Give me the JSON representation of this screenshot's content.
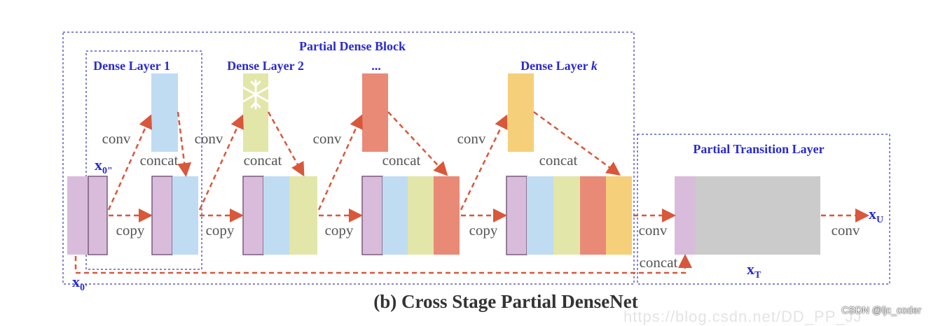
{
  "titles": {
    "partial_dense_block": "Partial Dense Block",
    "partial_transition_layer": "Partial Transition Layer",
    "caption": "(b) Cross Stage Partial DenseNet"
  },
  "layers": {
    "dense_layer_1": "Dense Layer 1",
    "dense_layer_2": "Dense Layer 2",
    "ellipsis": "...",
    "dense_layer_k_prefix": "Dense Layer ",
    "dense_layer_k_var": "k"
  },
  "ops": {
    "conv": "conv",
    "concat": "concat",
    "copy": "copy"
  },
  "vars": {
    "x": "x",
    "sub_0dd": "0\"",
    "sub_0d": "0'",
    "sub_U": "U",
    "sub_T": "T"
  },
  "watermark": "CSDN @ljc_coder",
  "ghost_url": "https://blog.csdn.net/DD_PP_JJ",
  "colors": {
    "purple": "#d9bcdb",
    "blue": "#bfdcf2",
    "green": "#e2e6a9",
    "red": "#e98a77",
    "orange": "#f5cf79",
    "gray": "#cbcbcb",
    "dashed_arrow": "#d9573a",
    "frame_blue": "#5d5dc8",
    "label_blue": "#2a2ad0"
  },
  "icons": [
    "snowflake-icon"
  ]
}
